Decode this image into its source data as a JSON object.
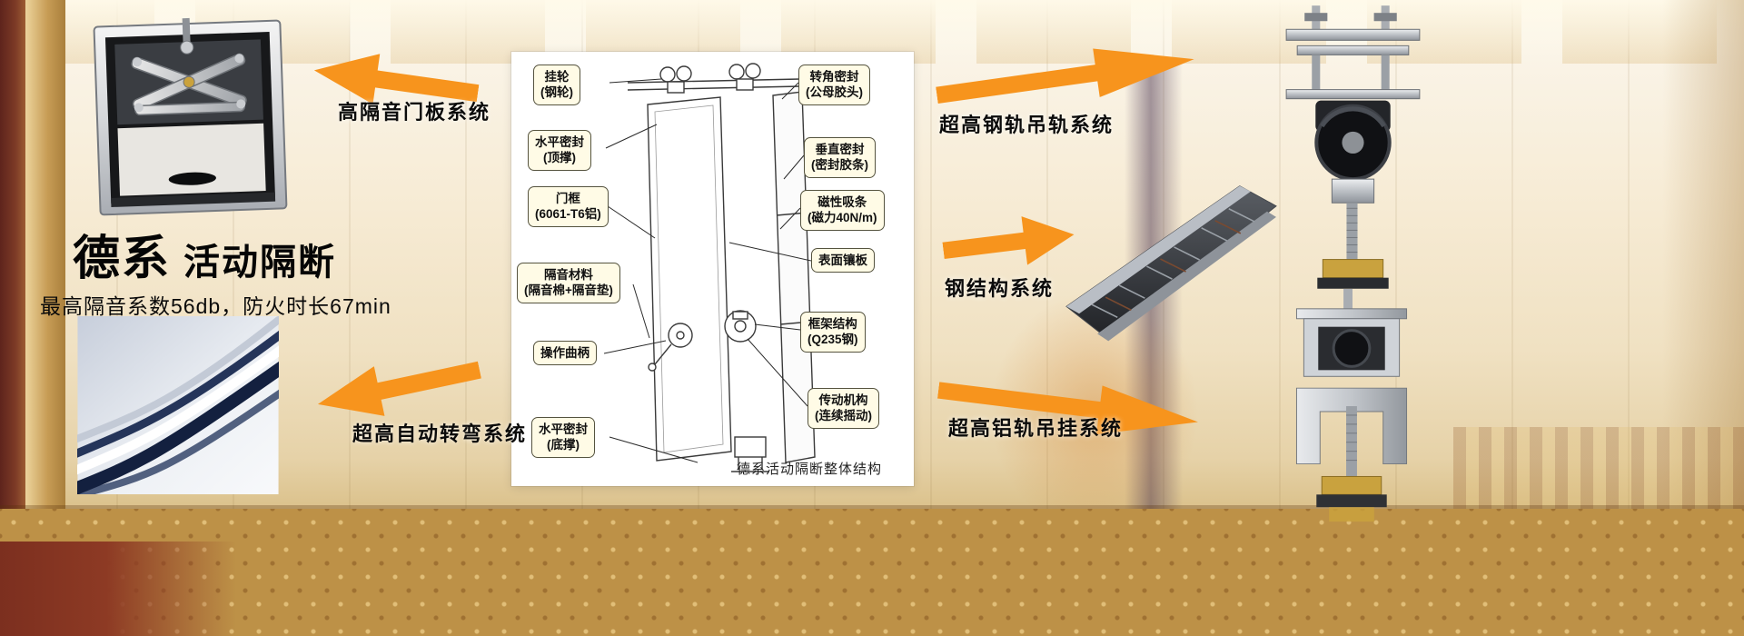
{
  "title": {
    "brand": "德系",
    "product": "活动隔断",
    "subtitle": "最高隔音系数56db，防火时长67min"
  },
  "diagram": {
    "caption": "德系活动隔断整体结构",
    "left_callouts": [
      {
        "line1": "挂轮",
        "line2": "(钢轮)"
      },
      {
        "line1": "水平密封",
        "line2": "(顶撑)"
      },
      {
        "line1": "门框",
        "line2": "(6061-T6铝)"
      },
      {
        "line1": "隔音材料",
        "line2": "(隔音棉+隔音垫)"
      },
      {
        "line1": "操作曲柄",
        "line2": ""
      },
      {
        "line1": "水平密封",
        "line2": "(底撑)"
      }
    ],
    "right_callouts": [
      {
        "line1": "转角密封",
        "line2": "(公母胶头)"
      },
      {
        "line1": "垂直密封",
        "line2": "(密封胶条)"
      },
      {
        "line1": "磁性吸条",
        "line2": "(磁力40N/m)"
      },
      {
        "line1": "表面镶板",
        "line2": ""
      },
      {
        "line1": "框架结构",
        "line2": "(Q235钢)"
      },
      {
        "line1": "传动机构",
        "line2": "(连续摇动)"
      }
    ]
  },
  "systems": {
    "door_panel": "高隔音门板系统",
    "auto_turn": "超高自动转弯系统",
    "steel_rail": "超高钢轨吊轨系统",
    "steel_structure": "钢结构系统",
    "alu_rail": "超高铝轨吊挂系统"
  },
  "photos": {
    "door_panel": "door-panel-mechanism-photo",
    "curve_track": "curved-track-photo",
    "steel_hanger": "steel-rail-hanger-photo",
    "steel_structure": "steel-structure-track-photo",
    "alu_hanger": "aluminum-rail-hanger-photo"
  },
  "colors": {
    "arrow_orange": "#F7941D",
    "callout_bg": "#FFFBE6",
    "callout_border": "#55533F",
    "text": "#111111",
    "background_cream": "#F0E1C2",
    "carpet_gold": "#BD9147"
  }
}
